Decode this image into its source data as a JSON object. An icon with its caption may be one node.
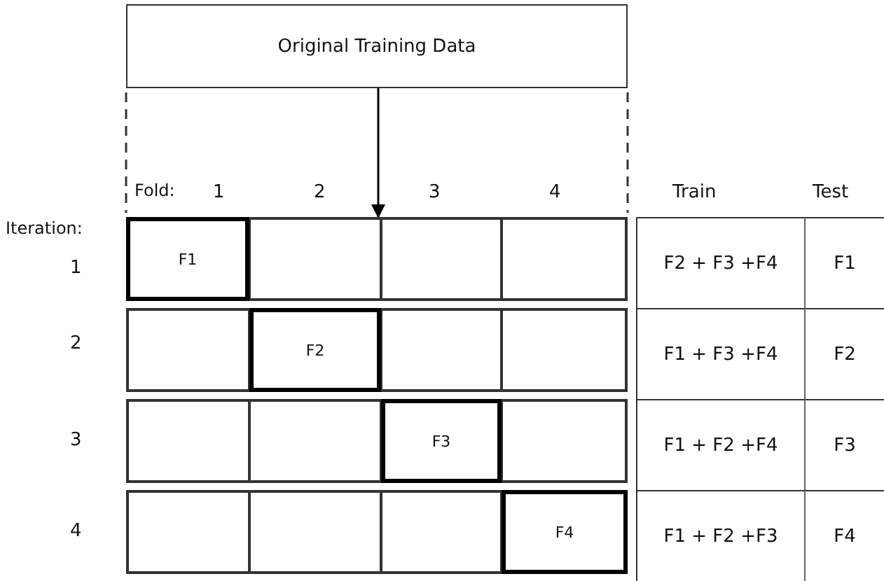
{
  "diagram": {
    "nodes": [
      {
        "text": [
          "Original Training Data"
        ]
      },
      {
        "text": [],
        "shape": "bar"
      },
      {
        "text": [
          "F1"
        ],
        "in": 1
      },
      {
        "text": [],
        "shape": "box",
        "in": 1
      },
      {
        "text": [],
        "shape": "box",
        "in": 1
      },
      {
        "text": [],
        "shape": "box",
        "in": 1
      },
      {
        "text": [],
        "shape": "bar"
      },
      {
        "text": [],
        "shape": "box",
        "in": 6
      },
      {
        "text": [
          "F2"
        ],
        "in": 6
      },
      {
        "text": [],
        "shape": "box",
        "in": 6
      },
      {
        "text": [],
        "shape": "box",
        "in": 6
      },
      {
        "text": [],
        "shape": "bar"
      },
      {
        "text": [],
        "shape": "box",
        "in": 11
      },
      {
        "text": [],
        "shape": "box",
        "in": 11
      },
      {
        "text": [
          "F3"
        ],
        "in": 11
      },
      {
        "text": [],
        "shape": "box",
        "in": 11
      },
      {
        "text": [],
        "shape": "bar"
      },
      {
        "text": [],
        "shape": "box",
        "in": 16
      },
      {
        "text": [],
        "shape": "box",
        "in": 16
      },
      {
        "text": [],
        "shape": "box",
        "in": 16
      },
      {
        "text": [
          "F4"
        ],
        "in": 16
      }
    ],
    "edges": [
      {
        "from": 0,
        "to": 1,
        "arrow": "to"
      }
    ],
    "labels": [
      "Fold:",
      "1",
      "2",
      "3",
      "4",
      "Train",
      "Test",
      "Iteration:",
      "1",
      "F2 + F3 +F4",
      "F1",
      "2",
      "F1 + F3 +F4",
      "F2",
      "3",
      "F1 + F2 +F4",
      "F3",
      "4",
      "F1 + F2 +F3",
      "F4"
    ]
  }
}
